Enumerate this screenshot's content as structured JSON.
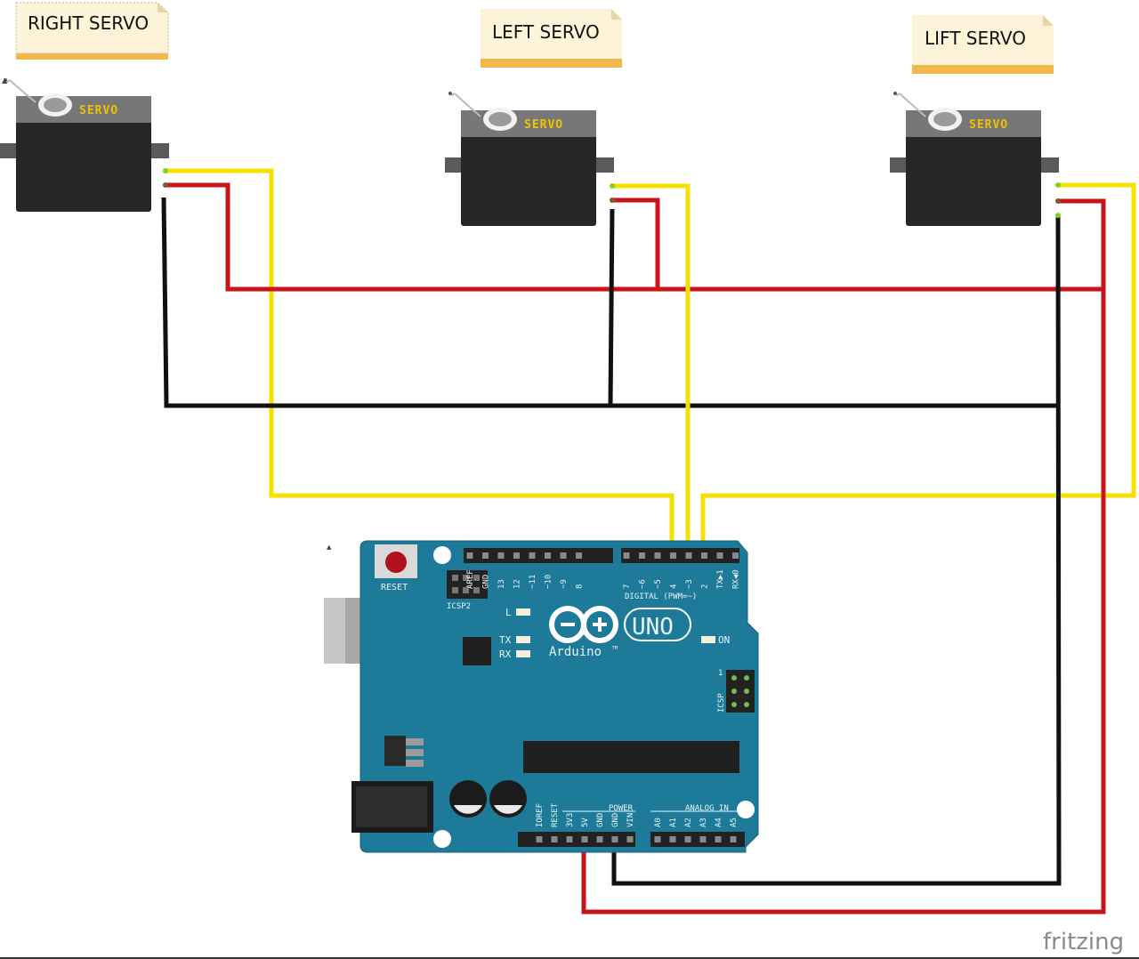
{
  "labels": {
    "right_servo": "RIGHT SERVO",
    "left_servo": "LEFT SERVO",
    "lift_servo": "LIFT SERVO"
  },
  "servo_text": "SERVO",
  "board": {
    "reset": "RESET",
    "icsp2": "ICSP2",
    "icsp": "ICSP",
    "icsp_pin1": "1",
    "uno": "UNO",
    "arduino": "Arduino",
    "tm": "TM",
    "led_l": "L",
    "led_tx": "TX",
    "led_rx": "RX",
    "led_on": "ON",
    "digital": "DIGITAL (PWM=~)",
    "power": "POWER",
    "analog_in": "ANALOG IN",
    "top_pins": [
      "AREF",
      "GND",
      "13",
      "12",
      "~11",
      "~10",
      "~9",
      "8",
      "7",
      "~6",
      "~5",
      "4",
      "~3",
      "2",
      "TX▶1",
      "RX◀0"
    ],
    "power_pins": [
      "IOREF",
      "RESET",
      "3V3",
      "5V",
      "GND",
      "GND",
      "VIN"
    ],
    "analog_pins": [
      "A0",
      "A1",
      "A2",
      "A3",
      "A4",
      "A5"
    ]
  },
  "wire_colors": {
    "signal": "#f5e000",
    "power": "#c8141b",
    "ground": "#111111"
  },
  "brand": "fritzing"
}
